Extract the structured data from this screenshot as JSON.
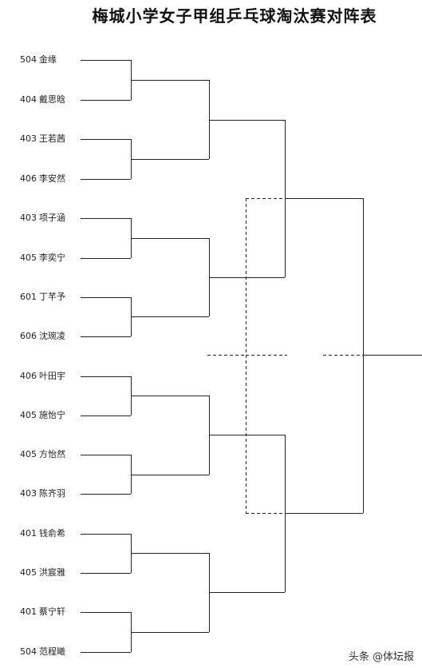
{
  "title": "梅城小学女子甲组乒乓球淘汰赛对阵表",
  "players": [
    {
      "cls": "504",
      "name": "金缘"
    },
    {
      "cls": "404",
      "name": "戴思晗"
    },
    {
      "cls": "403",
      "name": "王若茜"
    },
    {
      "cls": "406",
      "name": "李安然"
    },
    {
      "cls": "403",
      "name": "项子涵"
    },
    {
      "cls": "405",
      "name": "李奕宁"
    },
    {
      "cls": "601",
      "name": "丁芊予"
    },
    {
      "cls": "606",
      "name": "沈琬凌"
    },
    {
      "cls": "406",
      "name": "叶田宇"
    },
    {
      "cls": "405",
      "name": "施怡宁"
    },
    {
      "cls": "405",
      "name": "方怡然"
    },
    {
      "cls": "403",
      "name": "陈齐羽"
    },
    {
      "cls": "401",
      "name": "钱俞希"
    },
    {
      "cls": "405",
      "name": "洪宸雅"
    },
    {
      "cls": "401",
      "name": "蔡宁轩"
    },
    {
      "cls": "504",
      "name": "范程曦"
    }
  ],
  "watermark": "头条 @体坛报",
  "colors": {
    "line": "#222222",
    "text": "#222222",
    "background": "#ffffff"
  }
}
